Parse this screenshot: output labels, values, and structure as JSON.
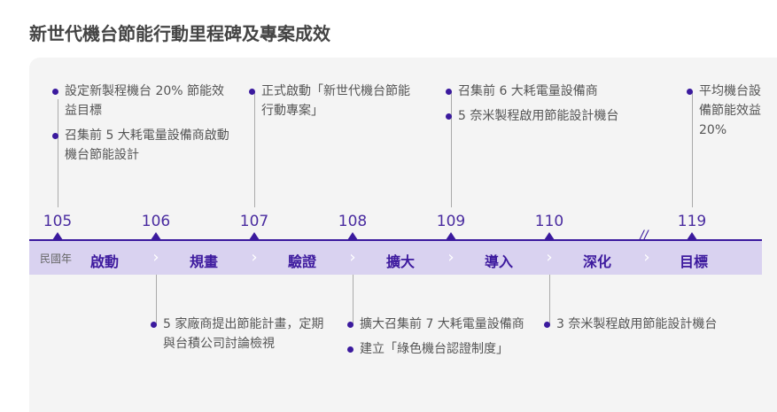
{
  "title": "新世代機台節能行動里程碑及專案成效",
  "era_label": "民國年",
  "years": [
    "105",
    "106",
    "107",
    "108",
    "109",
    "110",
    "119"
  ],
  "phases": [
    "啟動",
    "規畫",
    "驗證",
    "擴大",
    "導入",
    "深化",
    "目標"
  ],
  "top_notes": {
    "y105": [
      "設定新製程機台 20% 節能效益目標",
      "召集前 5 大耗電量設備商啟動機台節能設計"
    ],
    "y107": [
      "正式啟動「新世代機台節能行動專案」"
    ],
    "y109": [
      "召集前 6 大耗電量設備商",
      "5 奈米製程啟用節能設計機台"
    ],
    "y119": [
      "平均機台設備節能效益 20%"
    ]
  },
  "bottom_notes": {
    "y106": [
      "5 家廠商提出節能計畫，定期與台積公司討論檢視"
    ],
    "y108": [
      "擴大召集前 7 大耗電量設備商",
      "建立「綠色機台認證制度」"
    ],
    "y110": [
      "3 奈米製程啟用節能設計機台"
    ]
  },
  "colors": {
    "accent": "#3b1a9e",
    "band": "#d9d2f0"
  }
}
